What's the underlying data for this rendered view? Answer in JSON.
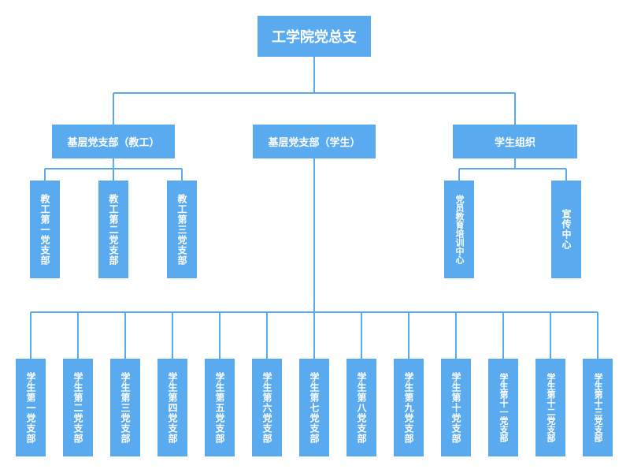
{
  "colors": {
    "box": "#5aaaf0",
    "line": "#5aaaf0"
  },
  "root": {
    "label": "工学院党总支"
  },
  "level2": [
    {
      "label": "基层党支部（教工）"
    },
    {
      "label": "基层党支部（学生）"
    },
    {
      "label": "学生组织"
    }
  ],
  "teacher_branches": [
    {
      "label": "教工第一党支部"
    },
    {
      "label": "教工第二党支部"
    },
    {
      "label": "教工第三党支部"
    }
  ],
  "student_org_units": [
    {
      "label": "党员教育培训中心"
    },
    {
      "label": "宣传中心"
    }
  ],
  "student_branches": [
    {
      "label": "学生第一党支部"
    },
    {
      "label": "学生第二党支部"
    },
    {
      "label": "学生第三党支部"
    },
    {
      "label": "学生第四党支部"
    },
    {
      "label": "学生第五党支部"
    },
    {
      "label": "学生第六党支部"
    },
    {
      "label": "学生第七党支部"
    },
    {
      "label": "学生第八党支部"
    },
    {
      "label": "学生第九党支部"
    },
    {
      "label": "学生第十党支部"
    },
    {
      "label": "学生第十一党支部"
    },
    {
      "label": "学生第十二党支部"
    },
    {
      "label": "学生第十三党支部"
    }
  ]
}
